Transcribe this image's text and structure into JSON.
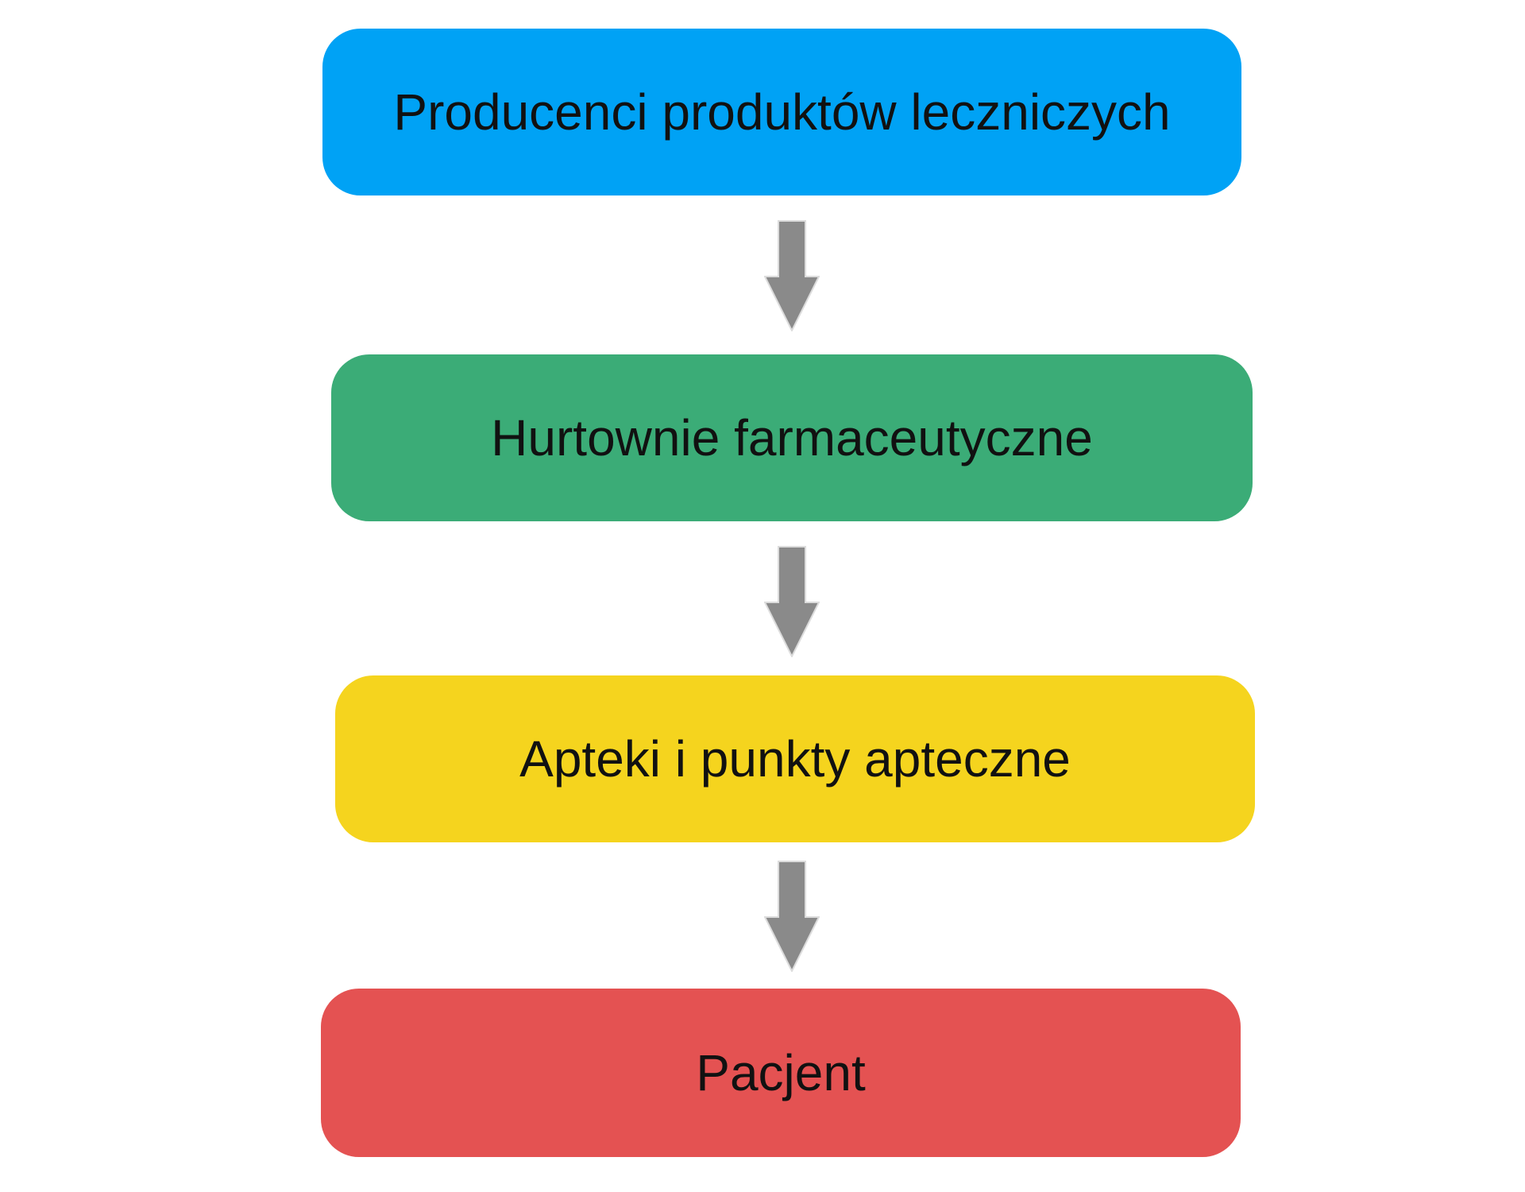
{
  "diagram": {
    "background": "#ffffff",
    "text_color": "#111111",
    "arrow": {
      "name": "down-arrow",
      "color": "#8a8a8a",
      "outline": "#dcdcdc"
    },
    "nodes": [
      {
        "id": "producers",
        "label": "Producenci produktów leczniczych",
        "color": "#00a2f5"
      },
      {
        "id": "wholesalers",
        "label": "Hurtownie farmaceutyczne",
        "color": "#3bac77"
      },
      {
        "id": "pharmacies",
        "label": "Apteki i punkty apteczne",
        "color": "#f5d41e"
      },
      {
        "id": "patient",
        "label": "Pacjent",
        "color": "#e45252"
      }
    ]
  }
}
